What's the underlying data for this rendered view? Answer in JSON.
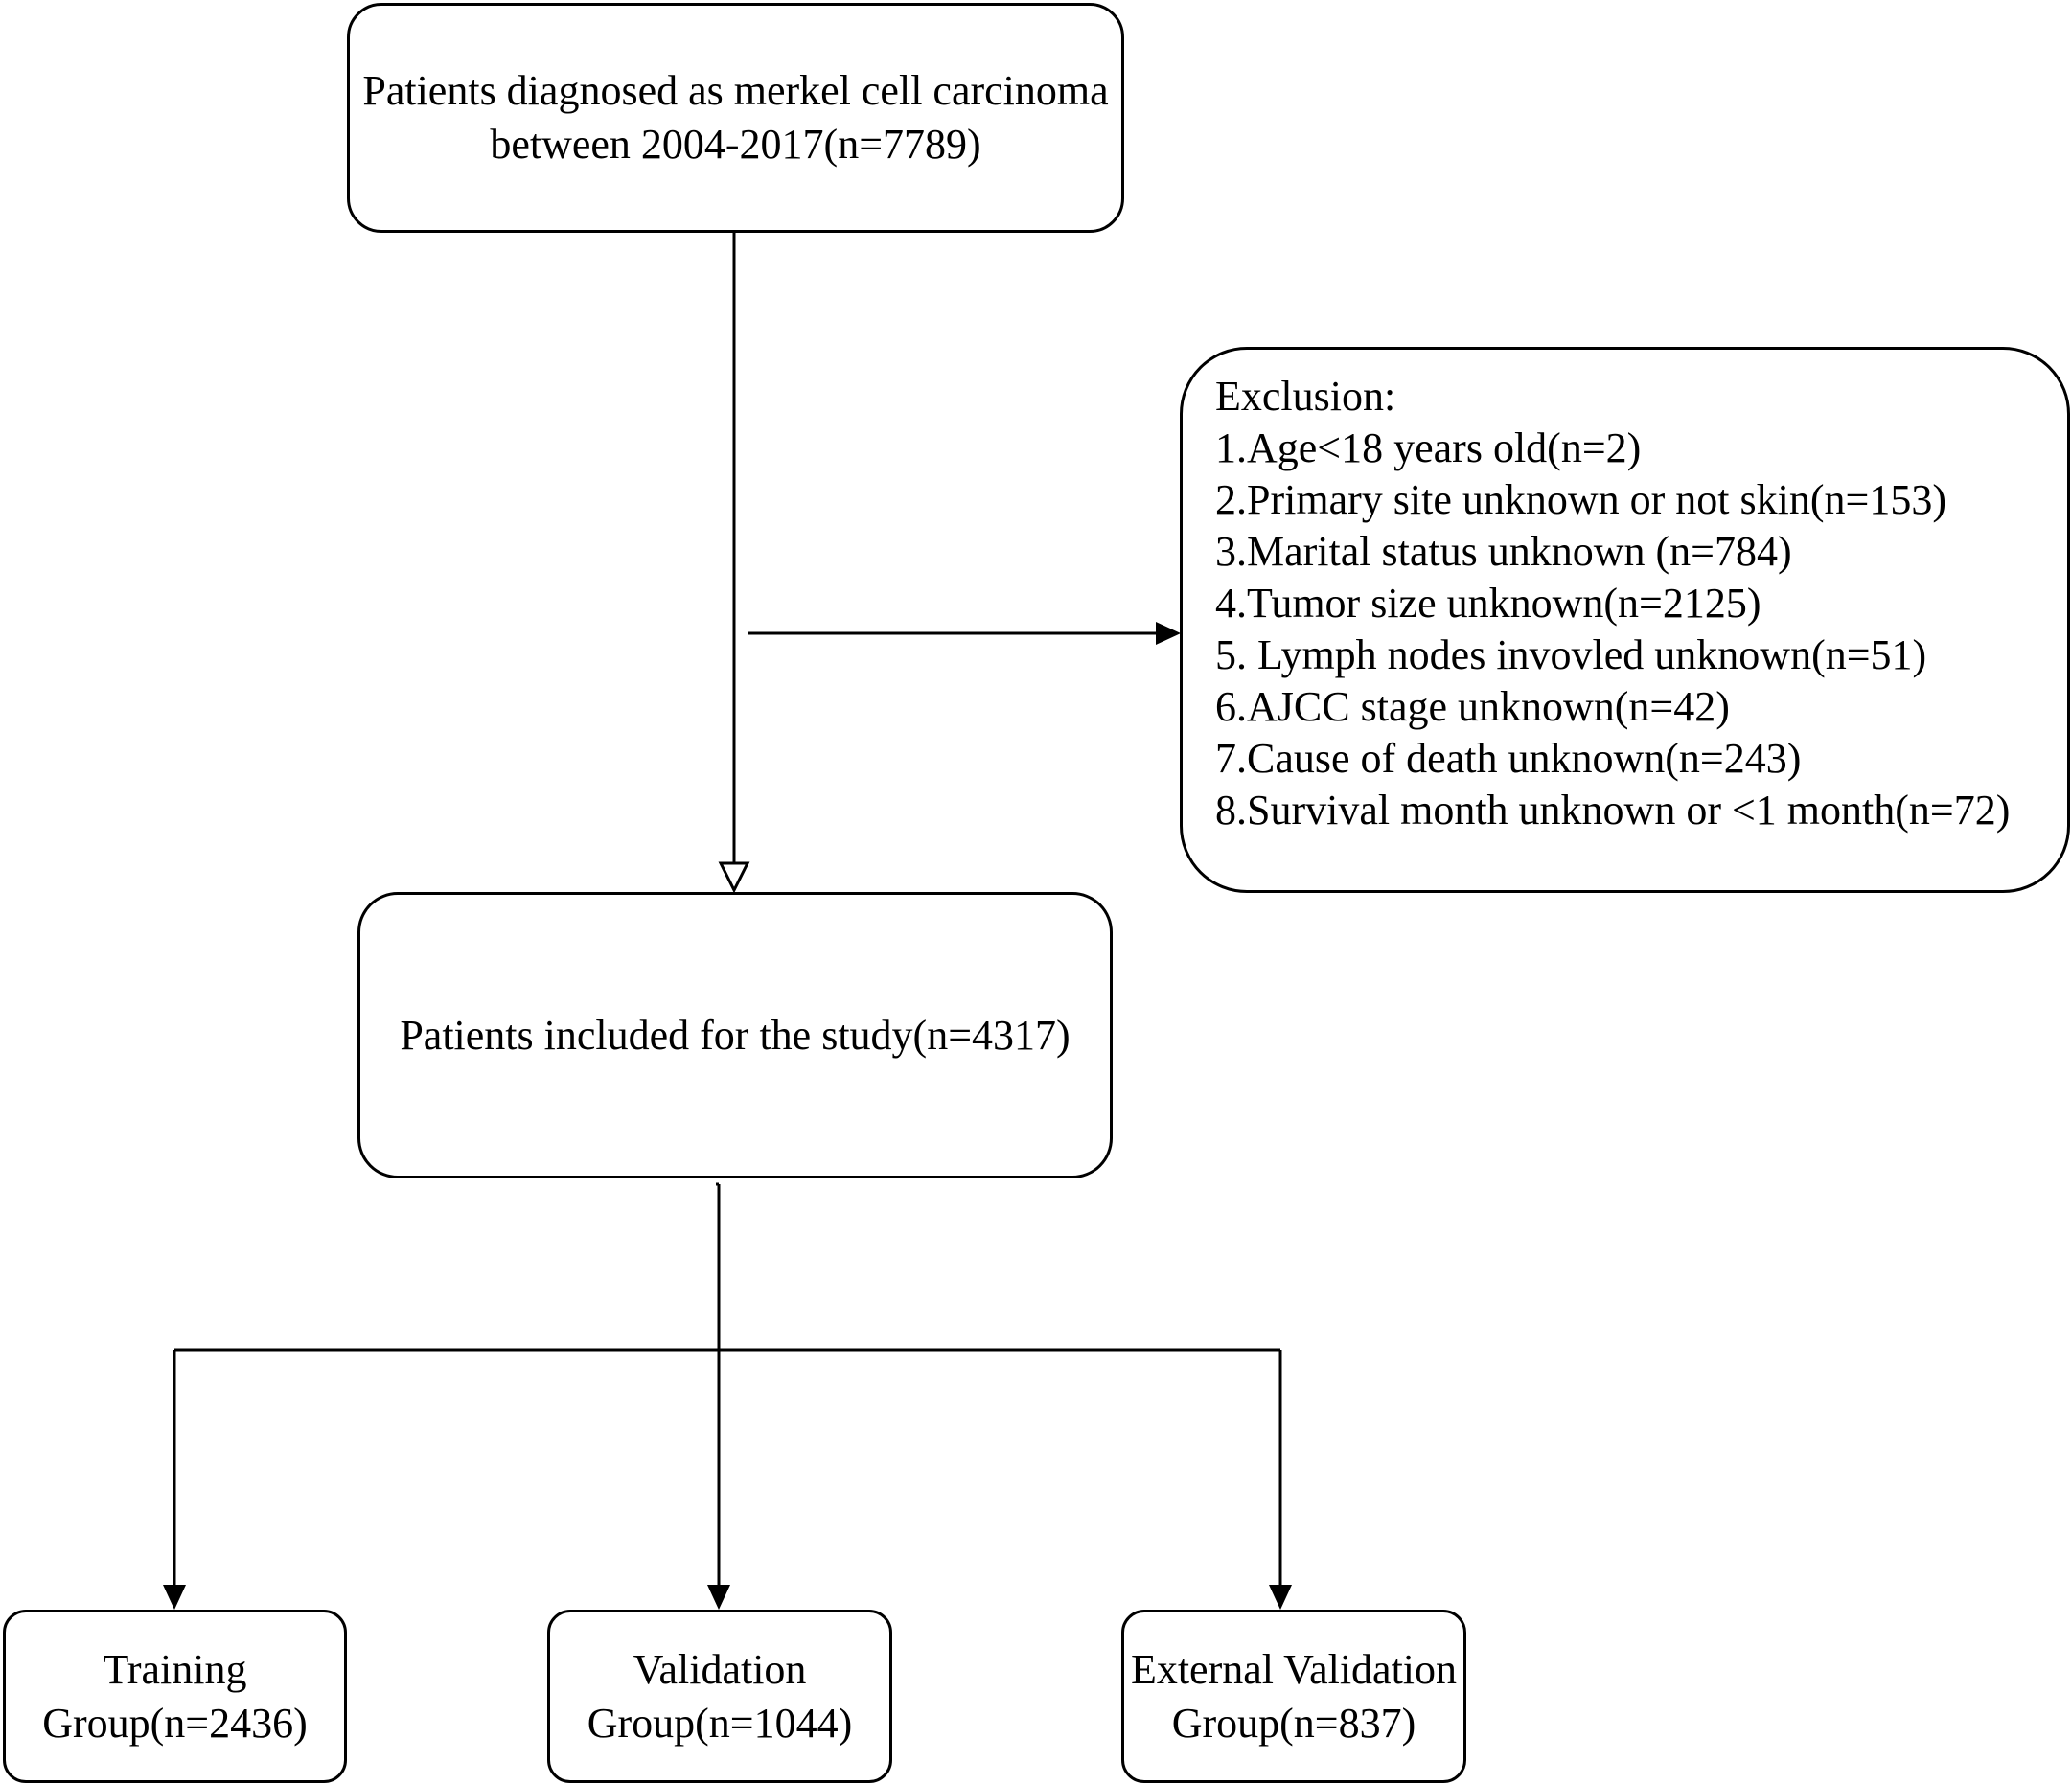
{
  "source": {
    "lines": [
      "Patients diagnosed as merkel cell carcinoma",
      "between 2004-2017(n=7789)"
    ]
  },
  "exclusion": {
    "heading": "Exclusion:",
    "items": [
      "1.Age<18 years old(n=2)",
      "2.Primary site unknown or not skin(n=153)",
      "3.Marital status unknown (n=784)",
      "4.Tumor size unknown(n=2125)",
      "5. Lymph nodes invovled unknown(n=51)",
      "6.AJCC stage unknown(n=42)",
      "7.Cause of death unknown(n=243)",
      "8.Survival month unknown or <1 month(n=72)"
    ]
  },
  "included": {
    "label": "Patients included for the study(n=4317)"
  },
  "groups": {
    "training": {
      "lines": [
        "Training",
        "Group(n=2436)"
      ]
    },
    "validation": {
      "lines": [
        "Validation",
        "Group(n=1044)"
      ]
    },
    "external": {
      "lines": [
        "External Validation",
        "Group(n=837)"
      ]
    }
  },
  "colors": {
    "stroke": "#000000",
    "background": "#ffffff"
  }
}
